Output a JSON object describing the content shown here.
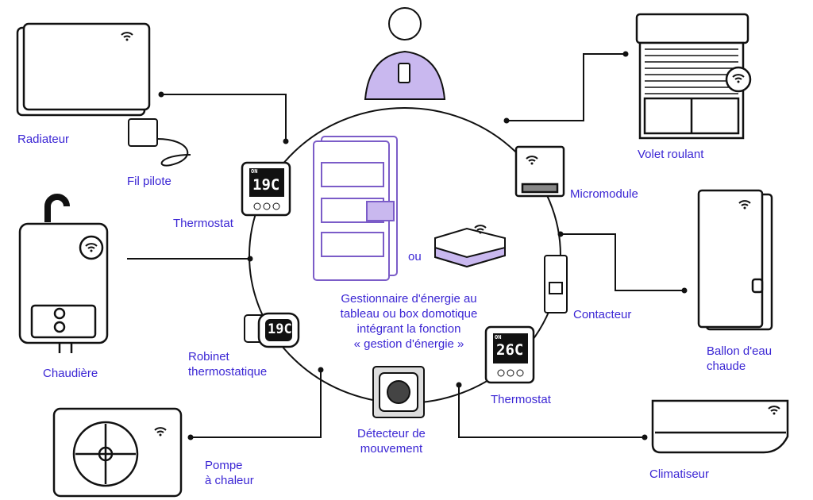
{
  "colors": {
    "label": "#3b26d4",
    "line": "#111111",
    "accent": "#7b5cc8"
  },
  "center": {
    "text_line1": "Gestionnaire d'énergie au",
    "text_line2": "tableau ou box domotique",
    "text_line3": "intégrant la fonction",
    "text_line4": "« gestion d'énergie »",
    "or_label": "ou"
  },
  "devices": {
    "radiateur": "Radiateur",
    "fil_pilote": "Fil pilote",
    "thermostat_top": "Thermostat",
    "chaudiere": "Chaudière",
    "robinet_line1": "Robinet",
    "robinet_line2": "thermostatique",
    "pompe_line1": "Pompe",
    "pompe_line2": "à chaleur",
    "detecteur_line1": "Détecteur de",
    "detecteur_line2": "mouvement",
    "thermostat_bottom": "Thermostat",
    "climatiseur": "Climatiseur",
    "ballon_line1": "Ballon d'eau",
    "ballon_line2": "chaude",
    "contacteur": "Contacteur",
    "micromodule": "Micromodule",
    "volet": "Volet roulant"
  },
  "displays": {
    "thermo_top": "19C",
    "thermo_bottom": "26C",
    "robinet": "19C",
    "on": "ON"
  },
  "icons": [
    "wifi-icon",
    "thermostat-icon",
    "radiator-icon",
    "boiler-icon",
    "heat-pump-icon",
    "air-conditioner-icon",
    "water-heater-icon",
    "rolling-shutter-icon",
    "electrical-panel-icon",
    "smart-box-icon",
    "person-with-phone-icon",
    "motion-detector-icon"
  ]
}
